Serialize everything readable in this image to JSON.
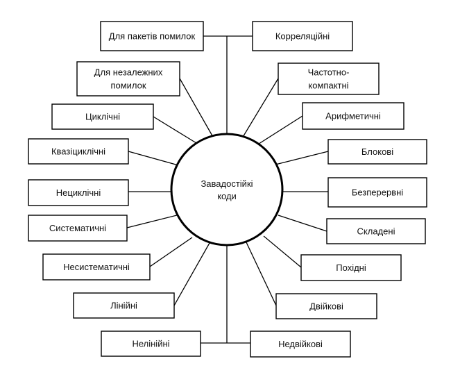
{
  "center": {
    "lines": [
      "Завадостійкі",
      "коди"
    ]
  },
  "left_items": [
    {
      "id": "for-error-bursts",
      "lines": [
        "Для пакетів помилок"
      ]
    },
    {
      "id": "for-independent-errors",
      "lines": [
        "Для незалежних",
        "помилок"
      ]
    },
    {
      "id": "cyclic",
      "lines": [
        "Циклічні"
      ]
    },
    {
      "id": "quasi-cyclic",
      "lines": [
        "Квазіциклічні"
      ]
    },
    {
      "id": "non-cyclic",
      "lines": [
        "Нециклічні"
      ]
    },
    {
      "id": "systematic",
      "lines": [
        "Систематичні"
      ]
    },
    {
      "id": "non-systematic",
      "lines": [
        "Несистематичні"
      ]
    },
    {
      "id": "linear",
      "lines": [
        "Лінійні"
      ]
    },
    {
      "id": "non-linear",
      "lines": [
        "Нелінійні"
      ]
    }
  ],
  "right_items": [
    {
      "id": "correlation",
      "lines": [
        "Корреляційні"
      ]
    },
    {
      "id": "frequency-compact",
      "lines": [
        "Частотно-",
        "компактні"
      ]
    },
    {
      "id": "arithmetic",
      "lines": [
        "Арифметичні"
      ]
    },
    {
      "id": "block",
      "lines": [
        "Блокові"
      ]
    },
    {
      "id": "continuous",
      "lines": [
        "Безперервні"
      ]
    },
    {
      "id": "composite",
      "lines": [
        "Складені"
      ]
    },
    {
      "id": "derived",
      "lines": [
        "Похідні"
      ]
    },
    {
      "id": "binary",
      "lines": [
        "Двійкові"
      ]
    },
    {
      "id": "non-binary",
      "lines": [
        "Недвійкові"
      ]
    }
  ]
}
